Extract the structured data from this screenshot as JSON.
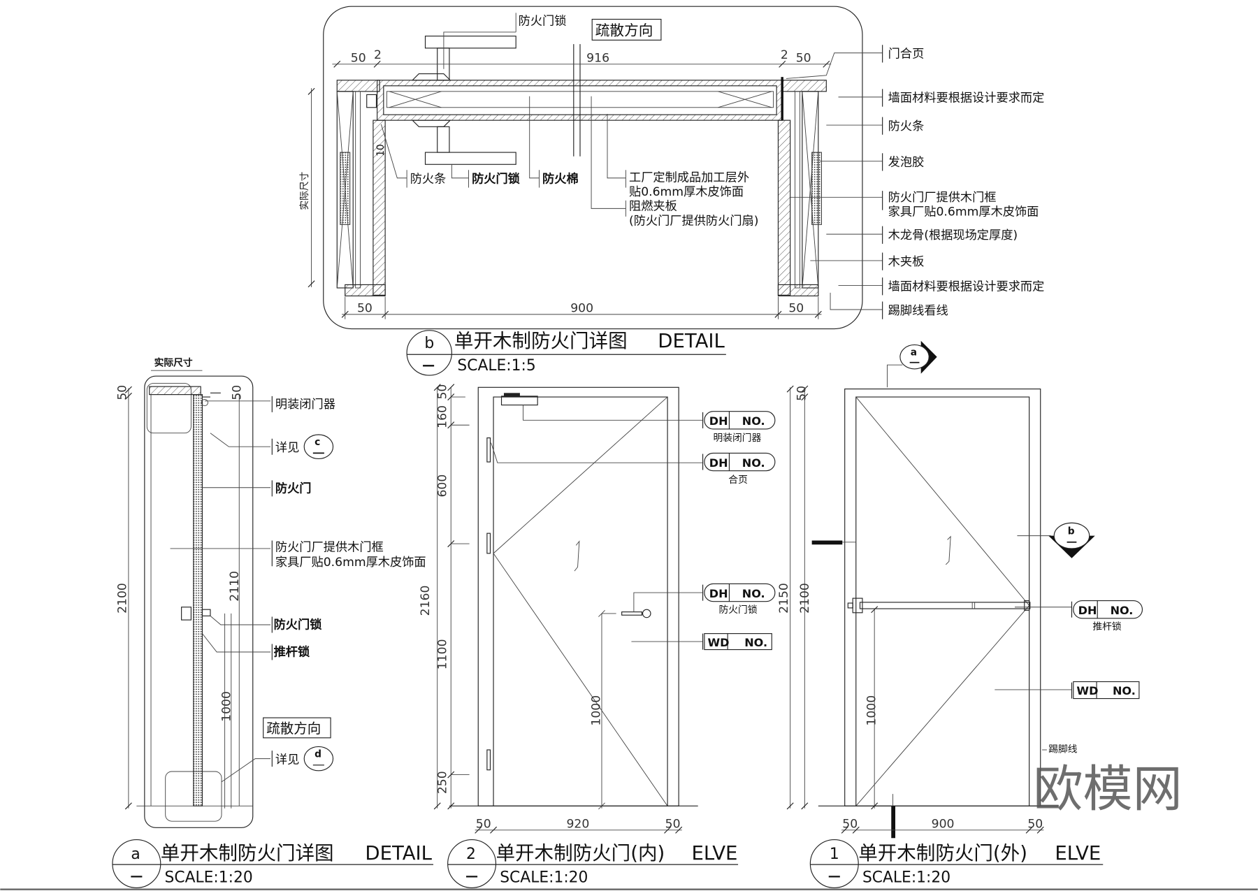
{
  "panel_b": {
    "title": "单开木制防火门详图",
    "title_en": "DETAIL",
    "marker": "b",
    "scale": "SCALE:1:5",
    "direction_box": "疏散方向",
    "dims_top": [
      "50",
      "2",
      "916",
      "2",
      "50"
    ],
    "dims_bottom": [
      "50",
      "900",
      "50"
    ],
    "dim_left": "实际尺寸",
    "dim_small": "10",
    "left_labels": {
      "lock_top": "防火门锁",
      "fire_strip": "防火条",
      "lock": "防火门锁",
      "fire_cotton": "防火棉",
      "factory_1": "工厂定制成品加工层外",
      "factory_2": "贴0.6mm厚木皮饰面",
      "board_1": "阻燃夹板",
      "board_2": "(防火门厂提供防火门扇)"
    },
    "right_labels": [
      "门合页",
      "墙面材料要根据设计要求而定",
      "防火条",
      "发泡胶",
      "防火门厂提供木门框",
      "家具厂贴0.6mm厚木皮饰面",
      "木龙骨(根据现场定厚度)",
      "木夹板",
      "墙面材料要根据设计要求而定",
      "踢脚线看线"
    ]
  },
  "panel_a": {
    "title": "单开木制防火门详图",
    "title_en": "DETAIL",
    "marker": "a",
    "scale": "SCALE:1:20",
    "dim_top": "实际尺寸",
    "dims": [
      "50",
      "50",
      "2100",
      "2110",
      "1000"
    ],
    "labels": {
      "closer": "明装闭门器",
      "see_c": "详见",
      "ref_c": "c",
      "door": "防火门",
      "frame_1": "防火门厂提供木门框",
      "frame_2": "家具厂贴0.6mm厚木皮饰面",
      "lock": "防火门锁",
      "push_bar": "推杆锁",
      "direction": "疏散方向",
      "see_d": "详见",
      "ref_d": "d"
    }
  },
  "panel_2": {
    "title": "单开木制防火门(内)",
    "title_en": "ELVE",
    "marker": "2",
    "scale": "SCALE:1:20",
    "dims_left": [
      "2160",
      "50",
      "160",
      "600",
      "1100",
      "250"
    ],
    "dims_bottom": [
      "50",
      "920",
      "50"
    ],
    "dim_handle": "1000",
    "tags": [
      {
        "code": "DH",
        "no": "NO.",
        "caption": "明装闭门器"
      },
      {
        "code": "DH",
        "no": "NO.",
        "caption": "合页"
      },
      {
        "code": "DH",
        "no": "NO.",
        "caption": "防火门锁"
      },
      {
        "code": "WD",
        "no": "NO.",
        "caption": ""
      }
    ]
  },
  "panel_1": {
    "title": "单开木制防火门(外)",
    "title_en": "ELVE",
    "marker": "1",
    "scale": "SCALE:1:20",
    "dims_left": [
      "2150",
      "2100",
      "50"
    ],
    "dims_bottom": [
      "50",
      "900",
      "50"
    ],
    "dim_handle": "1000",
    "section_a": "a",
    "section_b": "b",
    "skirting": "踢脚线",
    "tags": [
      {
        "code": "DH",
        "no": "NO.",
        "caption": "推杆锁"
      },
      {
        "code": "WD",
        "no": "NO.",
        "caption": ""
      }
    ]
  },
  "watermark": "欧模网"
}
